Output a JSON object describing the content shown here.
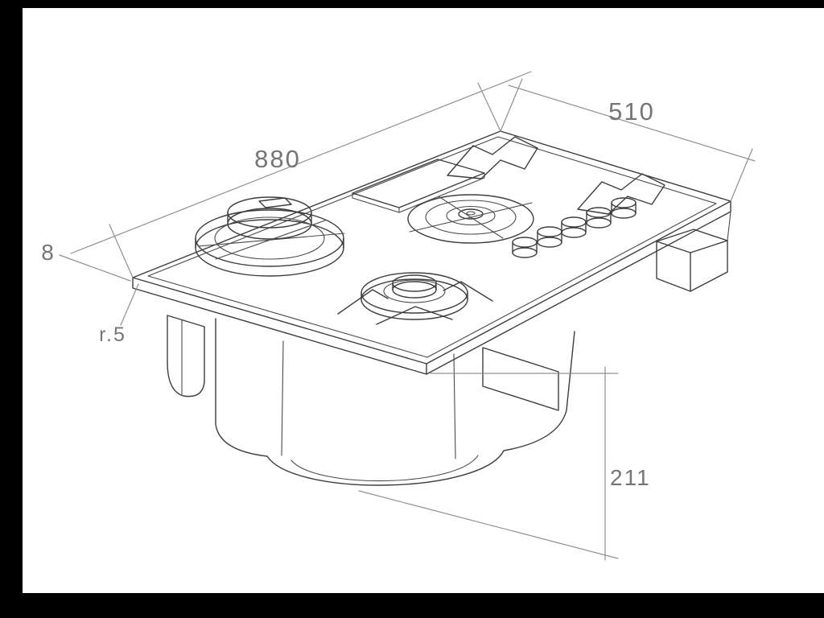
{
  "canvas": {
    "background_color": "#000000",
    "paper_color": "#ffffff",
    "object_line_color": "#3d3d3d",
    "dimension_line_color": "#8f8f8f",
    "label_color": "#757575"
  },
  "dimensions": {
    "width": "880",
    "depth": "510",
    "glass_thickness": "8",
    "corner_radius": "r.5",
    "height": "211"
  }
}
